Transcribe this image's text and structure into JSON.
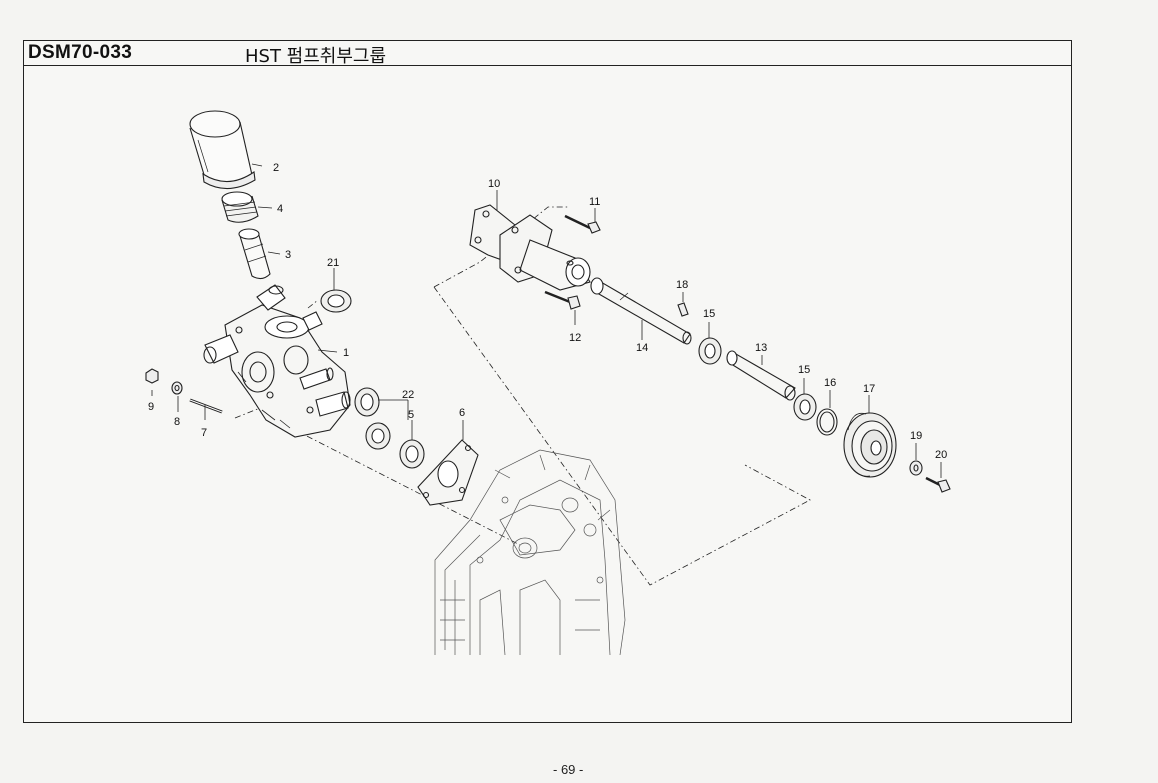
{
  "header": {
    "code": "DSM70-033",
    "title": "HST 펌프취부그룹"
  },
  "callouts": {
    "c1": "1",
    "c2": "2",
    "c3": "3",
    "c4": "4",
    "c5": "5",
    "c6": "6",
    "c7": "7",
    "c8": "8",
    "c9": "9",
    "c10": "10",
    "c11": "11",
    "c12": "12",
    "c13": "13",
    "c14": "14",
    "c15a": "15",
    "c15b": "15",
    "c16": "16",
    "c17": "17",
    "c18": "18",
    "c19": "19",
    "c20": "20",
    "c21": "21",
    "c22": "22"
  },
  "footer": {
    "page": "- 69 -"
  }
}
